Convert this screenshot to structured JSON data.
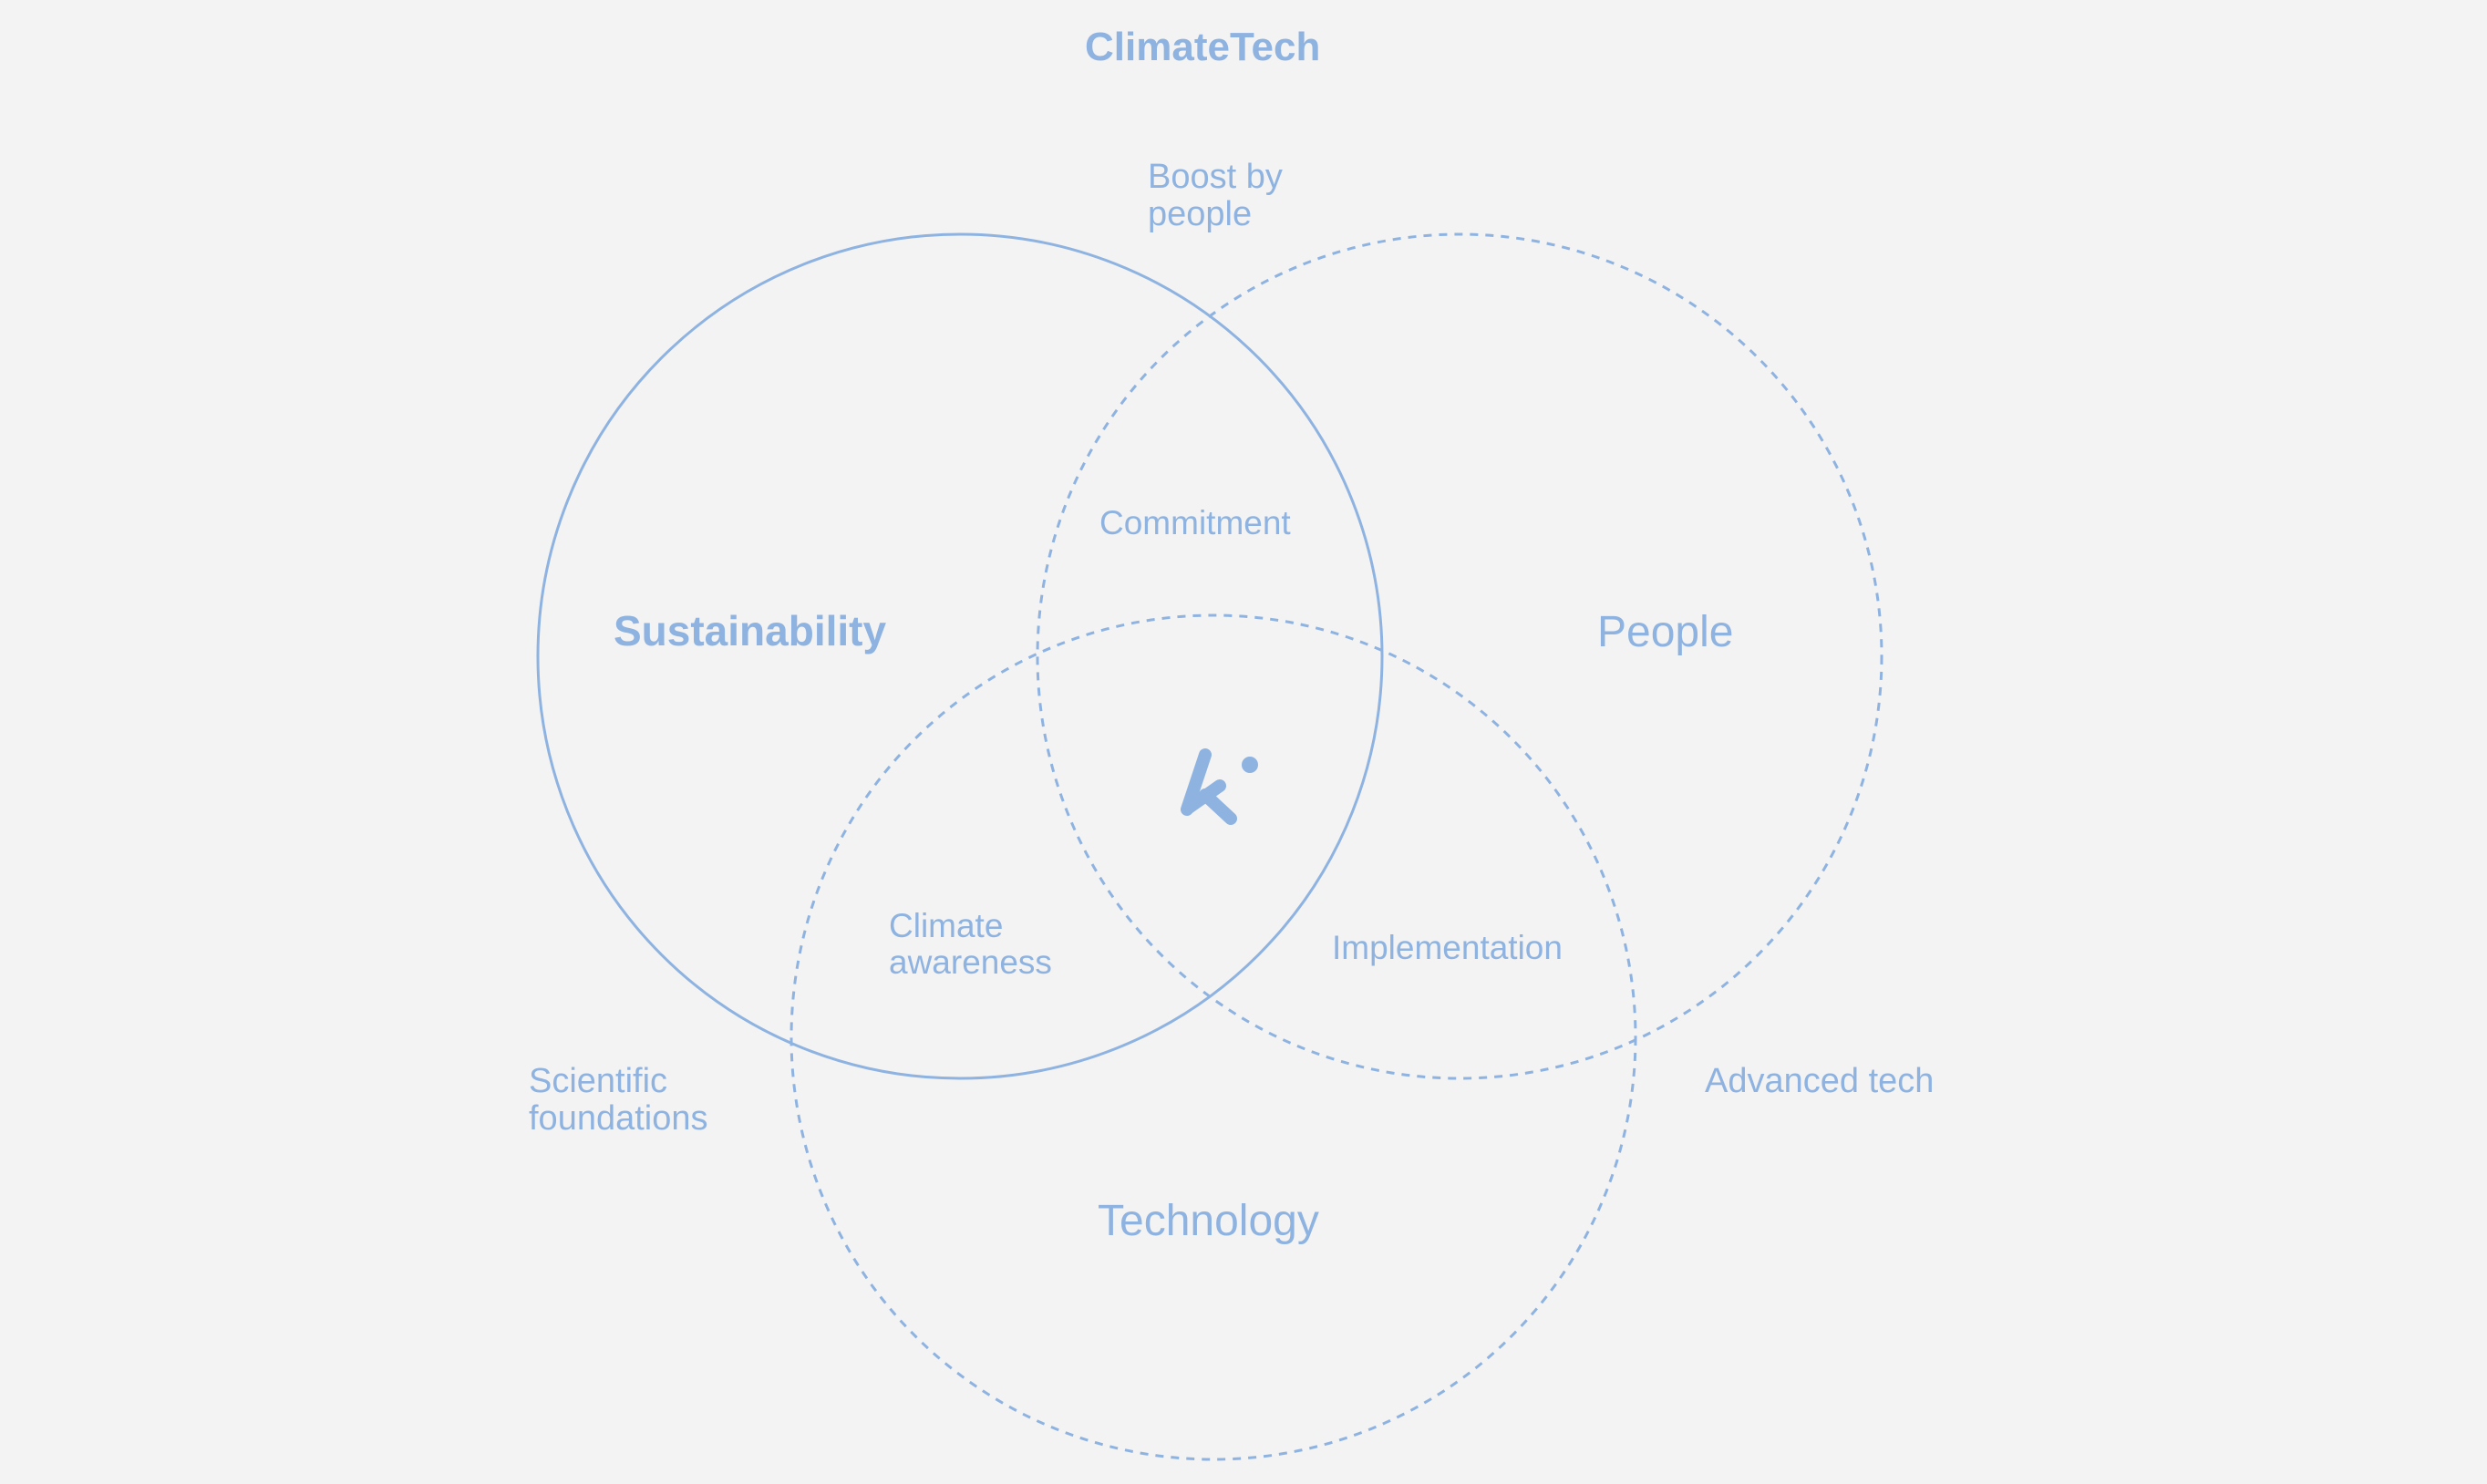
{
  "theme": {
    "accent": "#8eb3e1",
    "text": "#8eb3e1",
    "background": "#f3f3f3"
  },
  "title": "ClimateTech",
  "sets": {
    "sustainability": "Sustainability",
    "people": "People",
    "technology": "Technology"
  },
  "intersections": {
    "sustainability_people": "Commitment",
    "sustainability_technology": [
      "Climate",
      "awareness"
    ],
    "people_technology": "Implementation",
    "center_icon": "k-logo-icon"
  },
  "outer_labels": {
    "top": [
      "Boost by",
      "people"
    ],
    "bottom_left": [
      "Scientific",
      "foundations"
    ],
    "bottom_right": "Advanced tech"
  }
}
